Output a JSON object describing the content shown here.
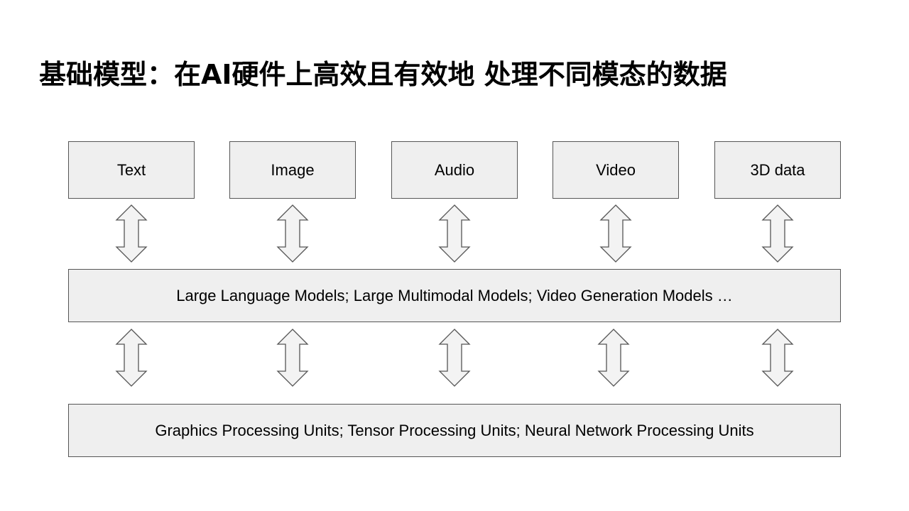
{
  "title": "基础模型：在AI硬件上高效且有效地 处理不同模态的数据",
  "modalities": [
    {
      "label": "Text"
    },
    {
      "label": "Image"
    },
    {
      "label": "Audio"
    },
    {
      "label": "Video"
    },
    {
      "label": "3D data"
    }
  ],
  "models_layer": {
    "label": "Large Language Models; Large Multimodal Models; Video Generation Models …"
  },
  "hardware_layer": {
    "label": "Graphics Processing Units; Tensor Processing Units; Neural Network Processing Units"
  },
  "colors": {
    "box_fill": "#efefef",
    "box_border": "#555555",
    "arrow_fill": "#f3f3f3",
    "arrow_stroke": "#555555",
    "text": "#000000"
  }
}
